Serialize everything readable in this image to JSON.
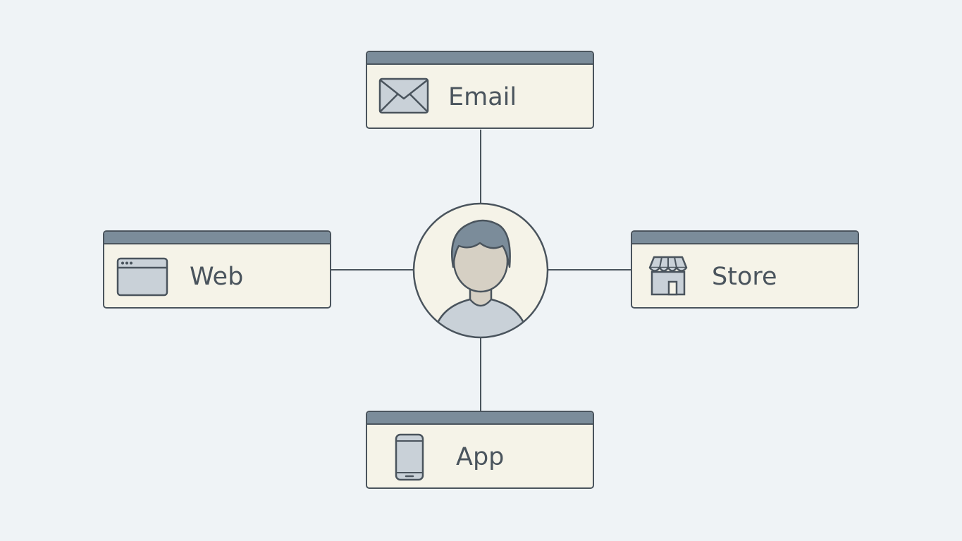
{
  "center": {
    "icon": "user-avatar-icon"
  },
  "channels": [
    {
      "id": "email",
      "label": "Email",
      "icon": "envelope-icon"
    },
    {
      "id": "web",
      "label": "Web",
      "icon": "browser-window-icon"
    },
    {
      "id": "store",
      "label": "Store",
      "icon": "storefront-icon"
    },
    {
      "id": "app",
      "label": "App",
      "icon": "smartphone-icon"
    }
  ],
  "colors": {
    "background": "#eff3f6",
    "card_fill": "#f5f3e8",
    "card_header": "#7b8c9a",
    "outline": "#4a545d",
    "icon_fill": "#c9d1d8"
  }
}
